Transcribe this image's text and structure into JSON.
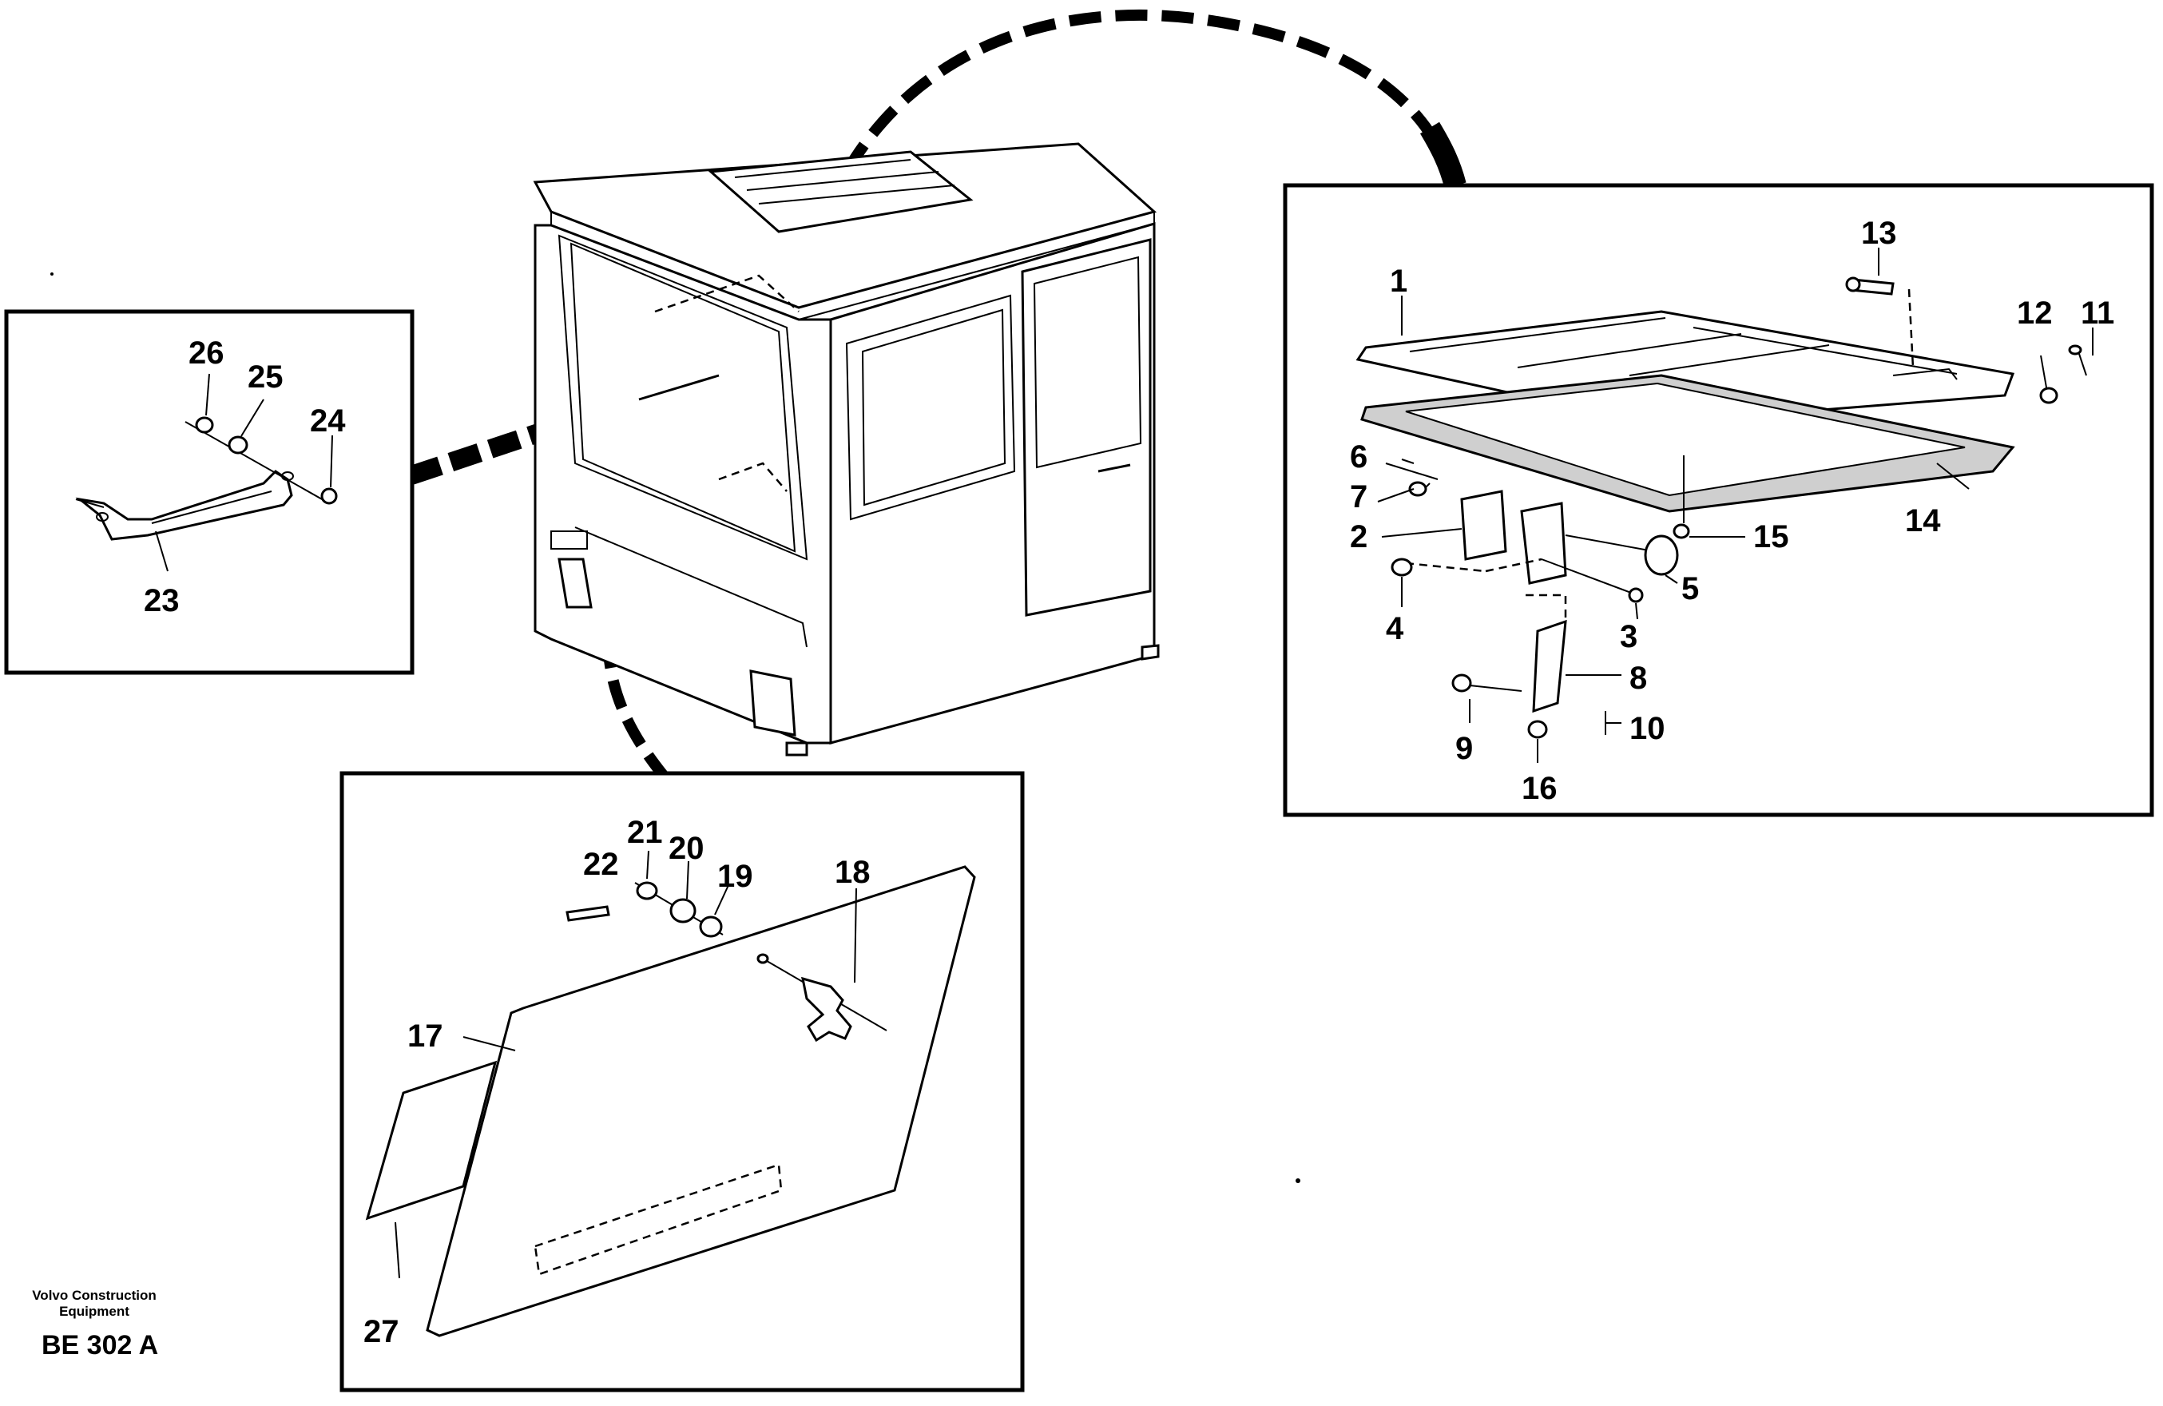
{
  "callouts": {
    "c1": "1",
    "c2": "2",
    "c3": "3",
    "c4": "4",
    "c5": "5",
    "c6": "6",
    "c7": "7",
    "c8": "8",
    "c9": "9",
    "c10": "10",
    "c11": "11",
    "c12": "12",
    "c13": "13",
    "c14": "14",
    "c15": "15",
    "c16": "16",
    "c17": "17",
    "c18": "18",
    "c19": "19",
    "c20": "20",
    "c21": "21",
    "c22": "22",
    "c23": "23",
    "c24": "24",
    "c25": "25",
    "c26": "26",
    "c27": "27"
  },
  "footer": {
    "brand_line1": "Volvo Construction",
    "brand_line2": "Equipment",
    "code": "BE 302 A"
  }
}
